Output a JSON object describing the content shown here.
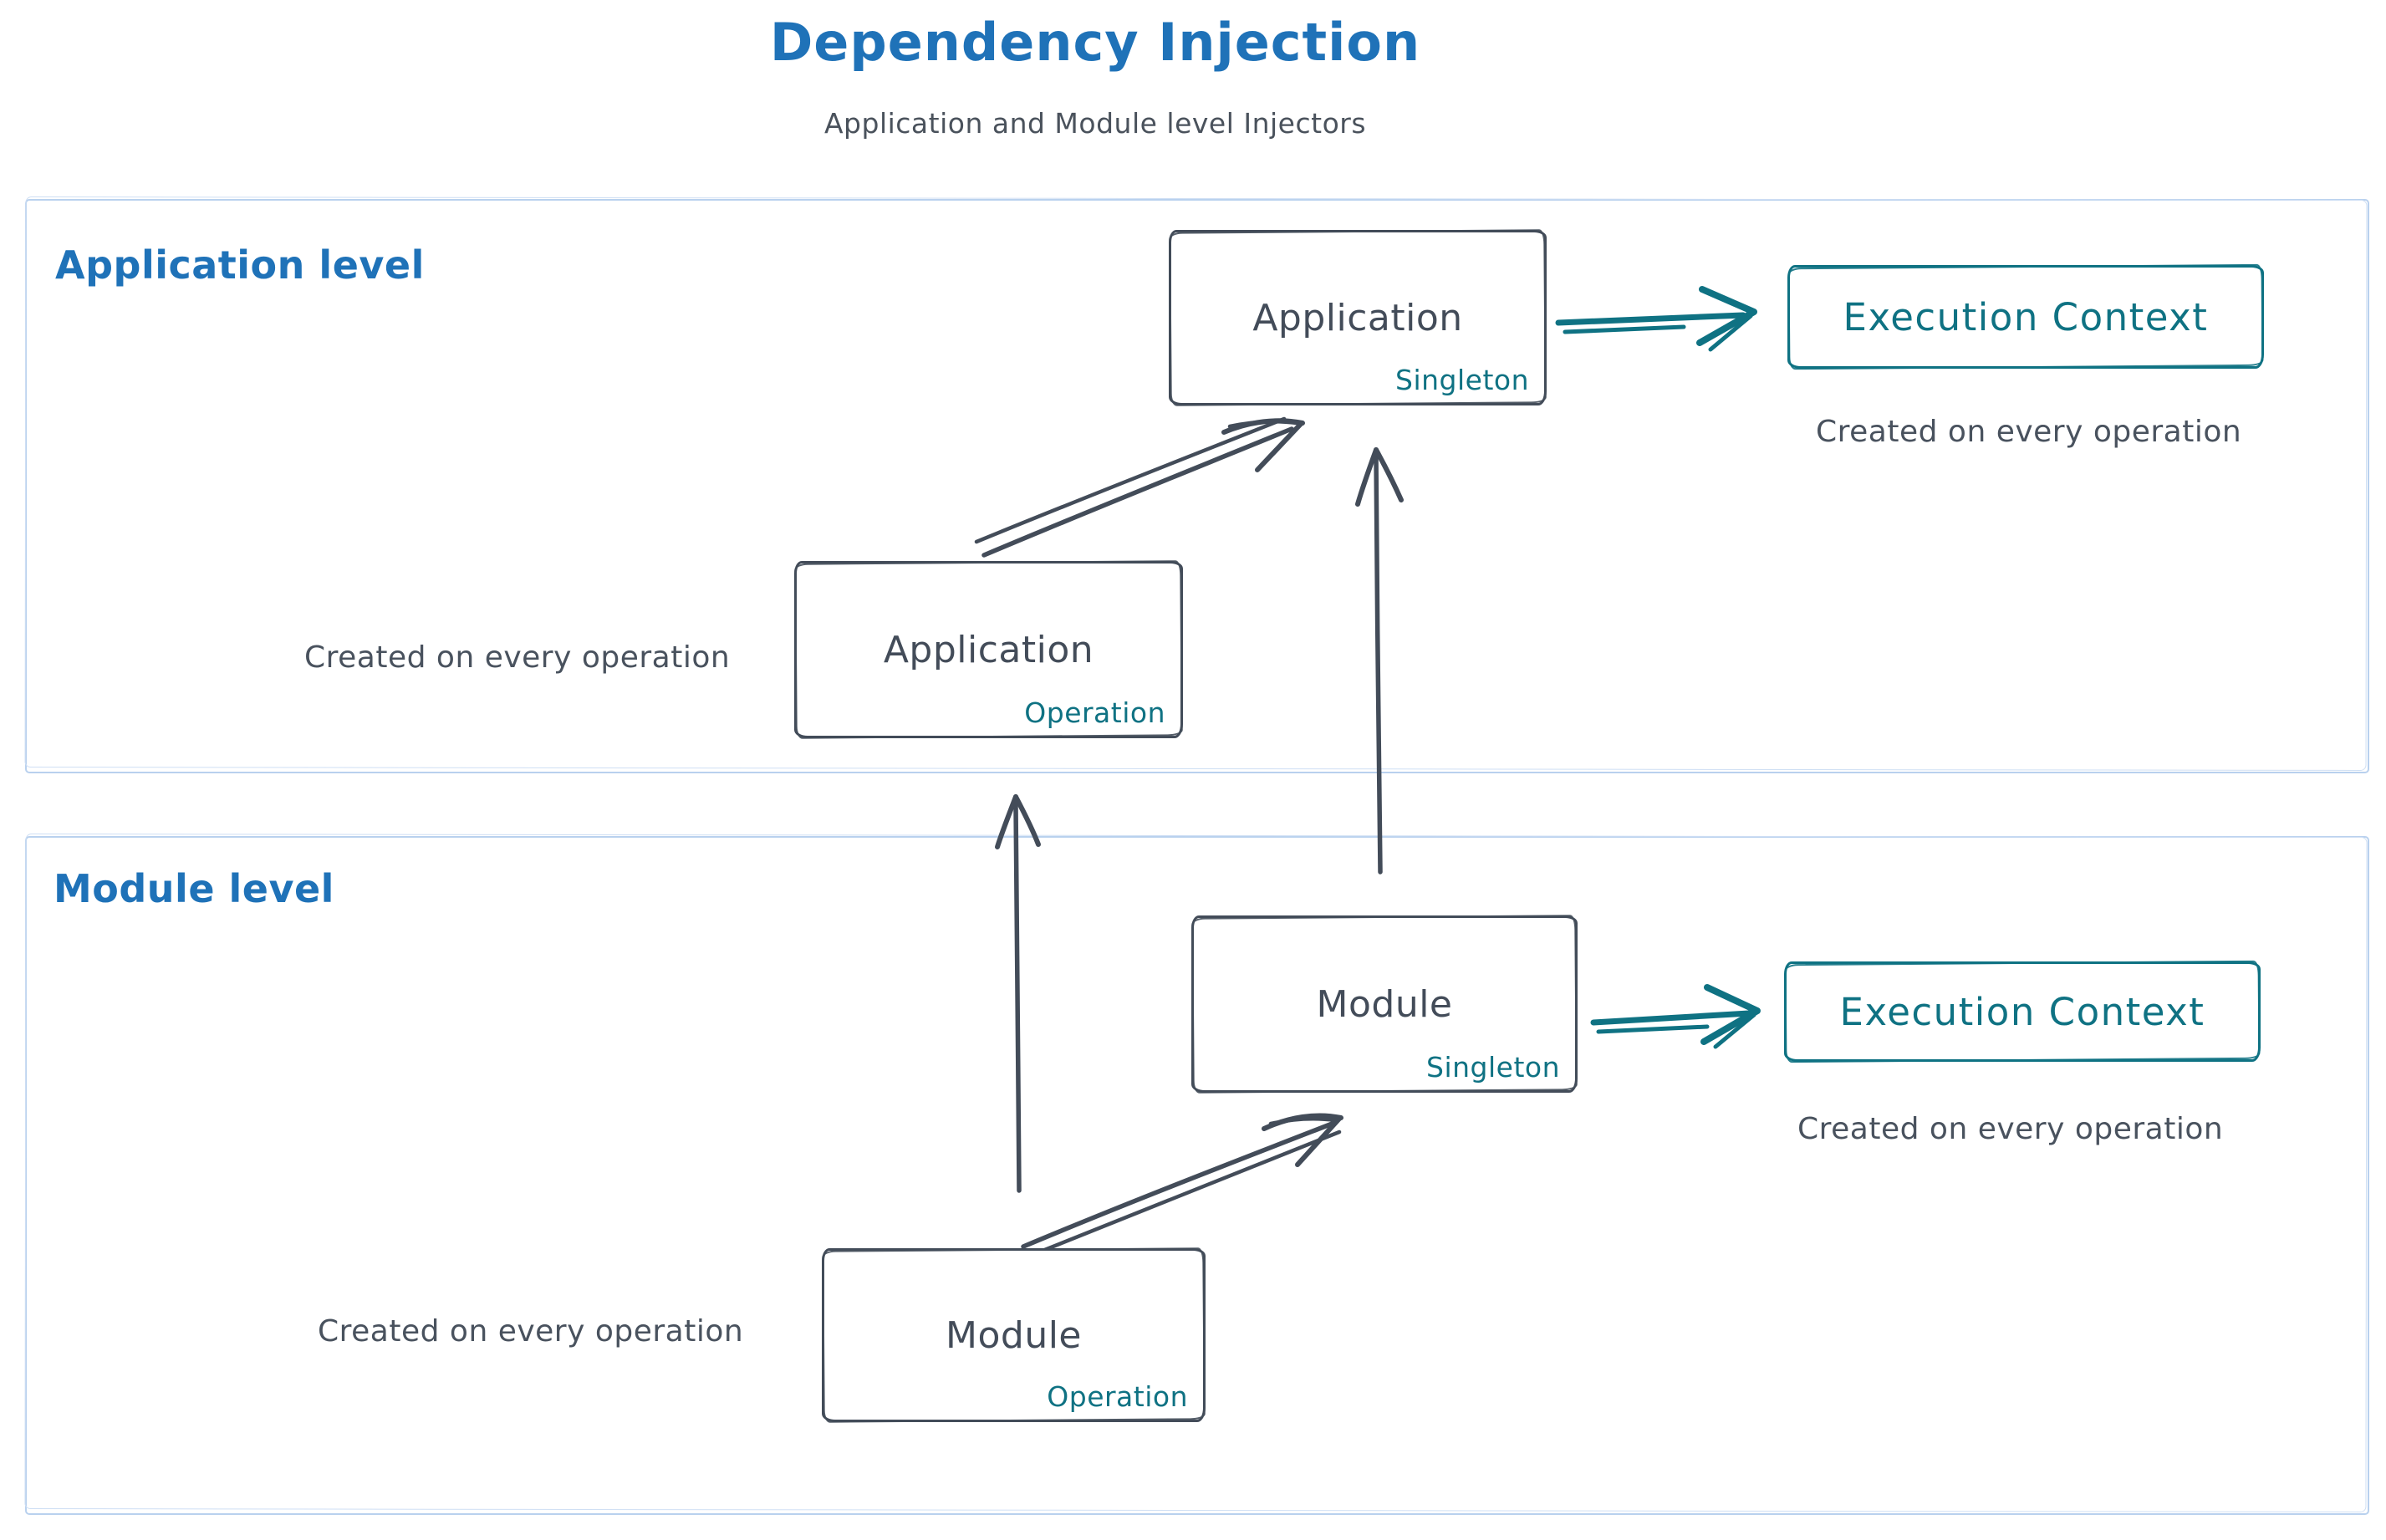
{
  "title": "Dependency Injection",
  "subtitle": "Application and Module level Injectors",
  "colors": {
    "heading_blue": "#1f72b8",
    "teal": "#0f7283",
    "dark_slate": "#434c59",
    "section_border_blue": "#b9d1ee"
  },
  "app_section": {
    "label": "Application level",
    "singleton_box": {
      "title": "Application",
      "badge": "Singleton"
    },
    "operation_box": {
      "title": "Application",
      "badge": "Operation"
    },
    "operation_note": "Created on every operation",
    "execution_box": {
      "title": "Execution Context"
    },
    "execution_note": "Created on every operation"
  },
  "module_section": {
    "label": "Module level",
    "singleton_box": {
      "title": "Module",
      "badge": "Singleton"
    },
    "operation_box": {
      "title": "Module",
      "badge": "Operation"
    },
    "operation_note": "Created on every operation",
    "execution_box": {
      "title": "Execution Context"
    },
    "execution_note": "Created on every operation"
  }
}
